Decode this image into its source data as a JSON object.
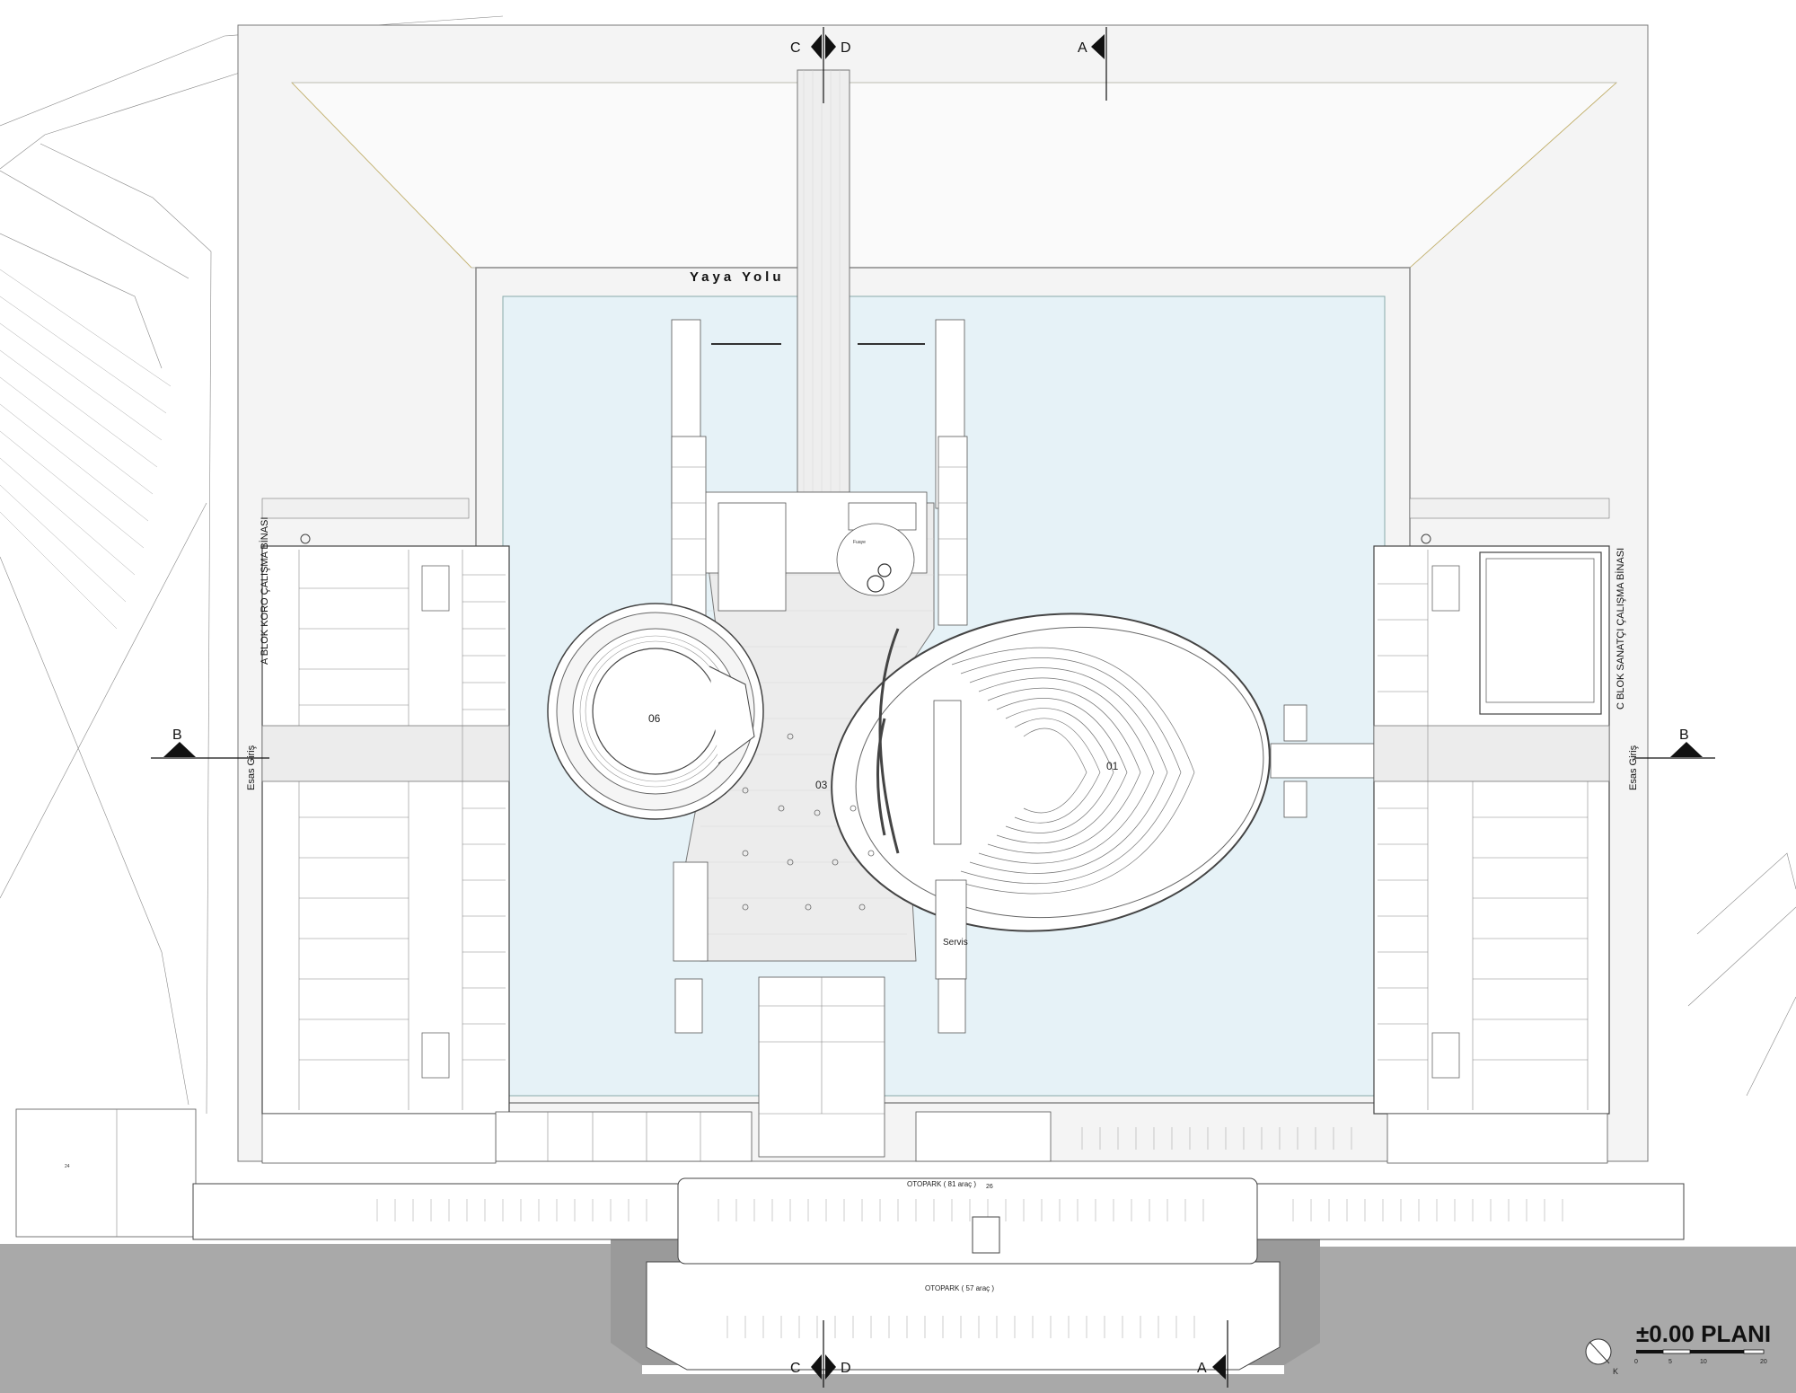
{
  "plan": {
    "title": "±0.00 PLANI",
    "walkway_label": "Yaya Yolu",
    "entrance_label": "Esas Giriş",
    "block_a_label": "A BLOK KORO ÇALIŞMA BİNASI",
    "block_c_label": "C BLOK SANATÇI ÇALIŞMA BİNASI",
    "parking_upper": "OTOPARK ( 81 araç )",
    "parking_lower": "OTOPARK ( 57 araç )",
    "service_label": "Servis",
    "room_numbers": {
      "foyer": "03",
      "round_hall": "06",
      "main_hall": "01",
      "parking_no": "26",
      "west_annex": "24"
    },
    "section_markers": {
      "c": "C",
      "d": "D",
      "a": "A",
      "b": "B"
    },
    "north_label": "K",
    "scale_ticks": [
      "0",
      "5",
      "10",
      "20"
    ]
  },
  "colors": {
    "water": "#e6f2f7",
    "plaza": "#ececec",
    "ground": "#a9a9a9",
    "walkway": "#eeeeee"
  }
}
